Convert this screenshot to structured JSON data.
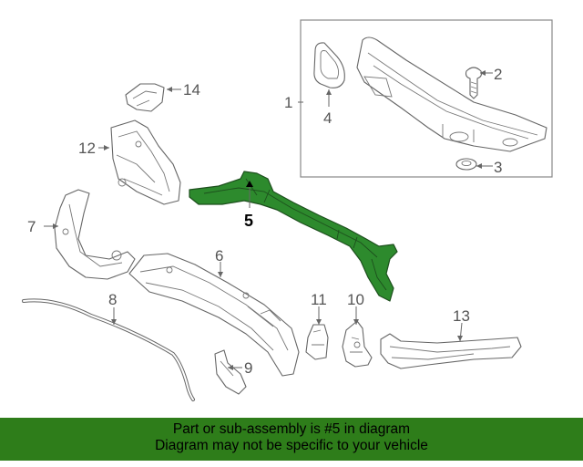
{
  "colors": {
    "highlight_fill": "#2d8a2d",
    "banner_background": "#2e7d1a"
  },
  "callouts": {
    "c1": "1",
    "c2": "2",
    "c3": "3",
    "c4": "4",
    "c5": "5",
    "c6": "6",
    "c7": "7",
    "c8": "8",
    "c9": "9",
    "c10": "10",
    "c11": "11",
    "c12": "12",
    "c13": "13",
    "c14": "14"
  },
  "highlighted_part": "5",
  "banner": {
    "line1": "Part or sub-assembly is #5 in diagram",
    "line2": "Diagram may not be specific to your vehicle"
  }
}
